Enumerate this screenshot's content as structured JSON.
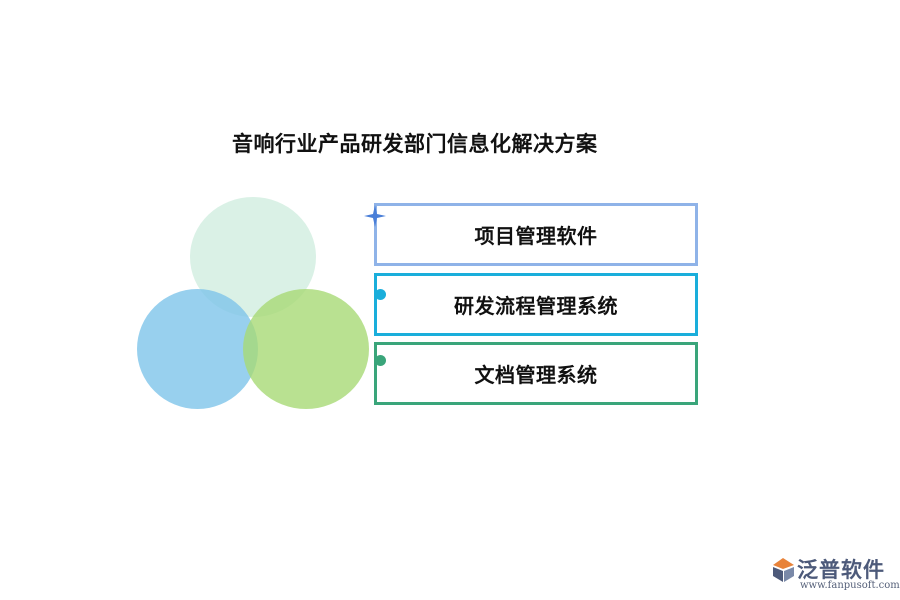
{
  "title": "音响行业产品研发部门信息化解决方案",
  "items": [
    {
      "label": "项目管理软件",
      "color": "#8fb3e8"
    },
    {
      "label": "研发流程管理系统",
      "color": "#1aaedb"
    },
    {
      "label": "文档管理系统",
      "color": "#3aa57a"
    }
  ],
  "circles": [
    {
      "name": "top",
      "color": "#c6ead9"
    },
    {
      "name": "left",
      "color": "#7ec4ea"
    },
    {
      "name": "right",
      "color": "#a8da76"
    }
  ],
  "brand": {
    "name": "泛普软件",
    "url": "www.fanpusoft.com"
  }
}
